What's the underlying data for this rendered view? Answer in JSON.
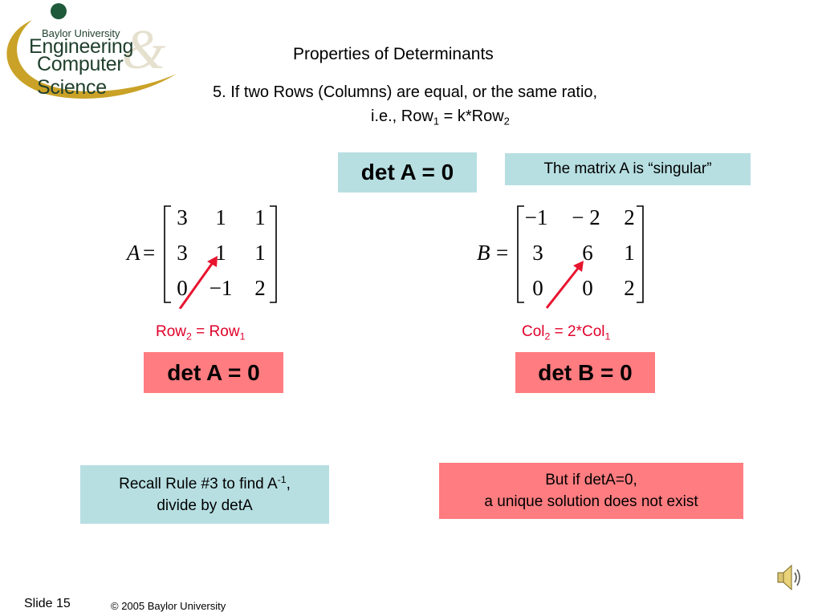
{
  "logo": {
    "line1": "Baylor University",
    "line2": "Engineering",
    "line3": "Computer Science",
    "colors": {
      "gold": "#c9a227",
      "green": "#1f5a3a",
      "text": "#1f3f2c"
    }
  },
  "title": "Properties of Determinants",
  "rule": {
    "line1": "5.  If two Rows (Columns) are equal, or the same ratio,",
    "line2_prefix": "i.e., Row",
    "line2_sub1": "1",
    "line2_mid": " = k*Row",
    "line2_sub2": "2"
  },
  "box_detA_top": "det A = 0",
  "box_singular": "The matrix A is “singular”",
  "matrixA": {
    "label": "A",
    "eq": "=",
    "rows": [
      [
        "3",
        "1",
        "1"
      ],
      [
        "3",
        "1",
        "1"
      ],
      [
        "0",
        "−1",
        "2"
      ]
    ]
  },
  "matrixB": {
    "label": "B",
    "eq": "=",
    "rows": [
      [
        "−1",
        "− 2",
        "2"
      ],
      [
        "3",
        "6",
        "1"
      ],
      [
        "0",
        "0",
        "2"
      ]
    ]
  },
  "labelA": {
    "prefix": "Row",
    "sub1": "2",
    "mid": " = Row",
    "sub2": "1"
  },
  "labelB": {
    "prefix": "Col",
    "sub1": "2",
    "mid": " = 2*Col",
    "sub2": "1"
  },
  "box_detA": "det A = 0",
  "box_detB": "det B = 0",
  "recall": {
    "prefix": "Recall Rule #3 to find A",
    "sup": "-1",
    "suffix": ",",
    "line2": "divide by detA"
  },
  "but": {
    "line1": "But if detA=0,",
    "line2": "a unique solution does not exist"
  },
  "footer": {
    "slide": "Slide 15",
    "copyright": "© 2005 Baylor University"
  },
  "colors": {
    "teal": "#b7dfe2",
    "pink": "#ff7c80",
    "red": "#e0002a",
    "arrow": "#e8142e"
  },
  "icons": {
    "speaker": "speaker-icon"
  }
}
